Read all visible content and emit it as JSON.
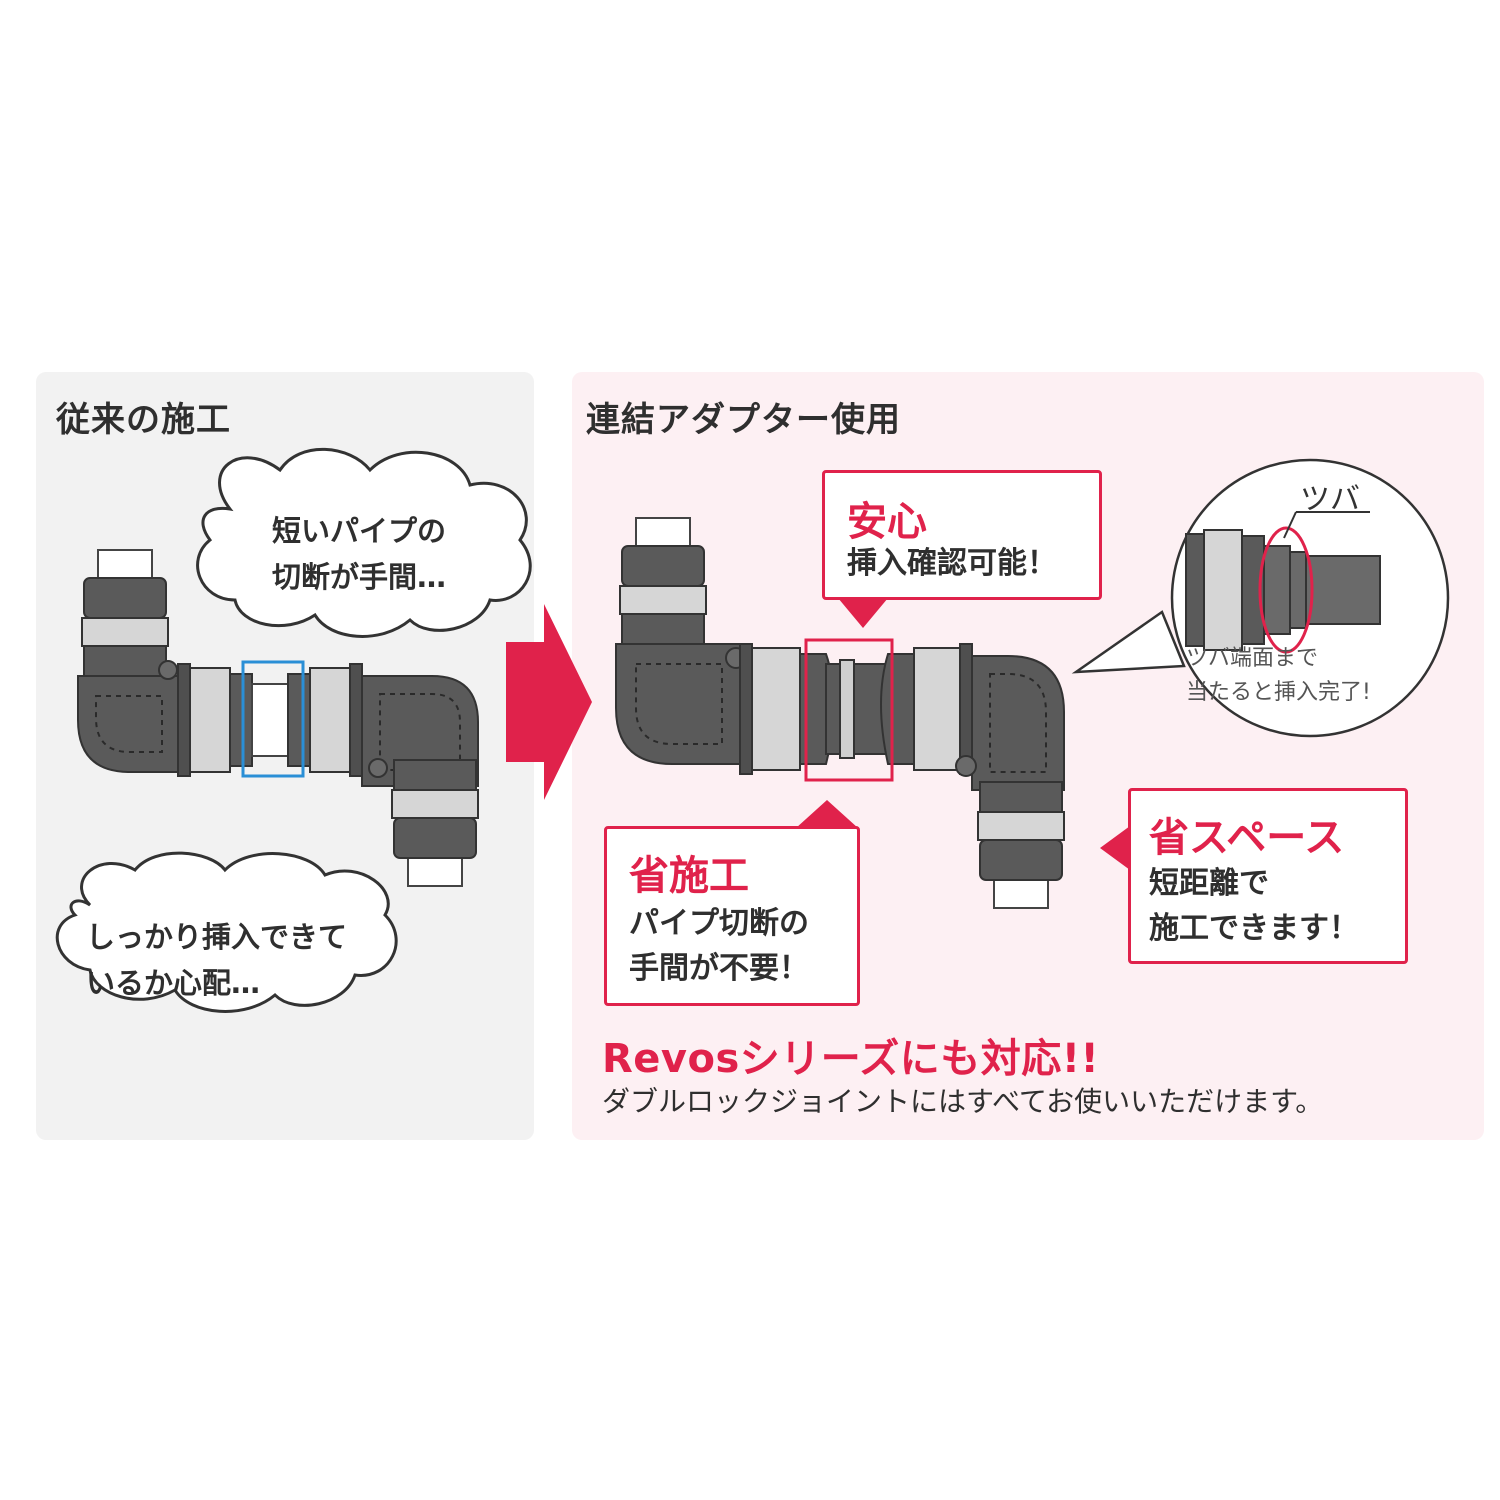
{
  "colors": {
    "accent": "#e0224b",
    "left_panel": "#f2f2f2",
    "right_panel": "#fdf0f3",
    "pipe_dark": "#555555",
    "pipe_light": "#cfcfcf",
    "highlight_blue": "#2a8fd6"
  },
  "left": {
    "title": "従来の施工",
    "bubble_top": {
      "line1": "短いパイプの",
      "line2": "切断が手間…"
    },
    "bubble_bottom": {
      "line1": "しっかり挿入できて",
      "line2": "いるか心配…"
    }
  },
  "right": {
    "title": "連結アダプター使用",
    "callout_anshin": {
      "head": "安心",
      "body": "挿入確認可能！"
    },
    "callout_shosekou": {
      "head": "省施工",
      "line1": "パイプ切断の",
      "line2": "手間が不要！"
    },
    "callout_shospace": {
      "head": "省スペース",
      "line1": "短距離で",
      "line2": "施工できます！"
    },
    "detail": {
      "label": "ツバ",
      "line1": "ツバ端面まで",
      "line2": "当たると挿入完了!"
    },
    "revos": {
      "title": "Revosシリーズにも対応!!",
      "body": "ダブルロックジョイントにはすべてお使いいただけます。"
    }
  }
}
